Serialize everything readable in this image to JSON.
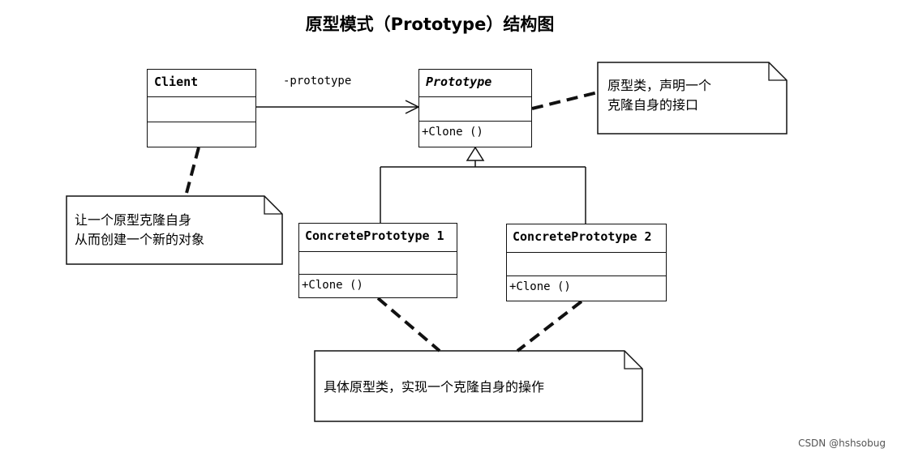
{
  "title": "原型模式（Prototype）结构图",
  "classes": {
    "client": {
      "name": "Client"
    },
    "prototype": {
      "name": "Prototype",
      "operation": "+Clone ()"
    },
    "concrete1": {
      "name": "ConcretePrototype 1",
      "operation": "+Clone ()"
    },
    "concrete2": {
      "name": "ConcretePrototype 2",
      "operation": "+Clone ()"
    }
  },
  "association": {
    "label": "-prototype"
  },
  "notes": {
    "prototype_note": {
      "line1": "原型类，声明一个",
      "line2": "克隆自身的接口"
    },
    "client_note": {
      "line1": "让一个原型克隆自身",
      "line2": "从而创建一个新的对象"
    },
    "concrete_note": {
      "line1": "具体原型类，实现一个克隆自身的操作"
    }
  },
  "watermark": "CSDN @hshsobug"
}
